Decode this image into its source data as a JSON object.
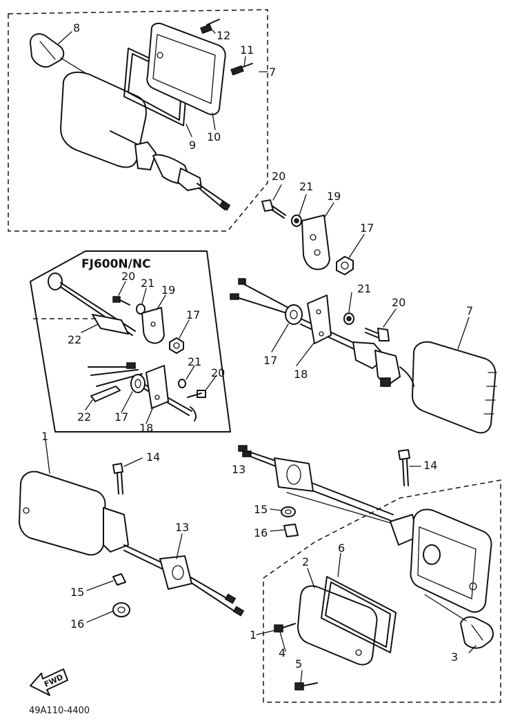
{
  "diagram": {
    "inset_title": "FJ600N/NC",
    "part_code": "49A110-4400",
    "fwd_label": "FWD",
    "callouts": {
      "top_bulb": "8",
      "top_screw_12": "12",
      "top_screw_11": "11",
      "top_assembly": "7",
      "top_gasket": "9",
      "top_lens": "10",
      "r_bolt_20": "20",
      "r_washer_21": "21",
      "r_bracket_19": "19",
      "r_nut_17": "17",
      "in_bolt_20a": "20",
      "in_washer_21a": "21",
      "in_bracket_19": "19",
      "in_nut_17a": "17",
      "in_harness_22a": "22",
      "in_washer_21b": "21",
      "in_bolt_20b": "20",
      "in_harness_22b": "22",
      "in_grommet_17b": "17",
      "in_bracket_18": "18",
      "m_washer_21": "21",
      "m_bolt_20": "20",
      "m_assembly_7": "7",
      "m_grommet_17": "17",
      "m_bracket_18": "18",
      "bl_assembly_1": "1",
      "bl_bolt_14": "14",
      "bl_grommet_13": "13",
      "bl_collar_15": "15",
      "bl_nut_16": "16",
      "br_grommet_13": "13",
      "br_bolt_14": "14",
      "br_collar_15": "15",
      "br_nut_16": "16",
      "br_lens_2": "2",
      "br_gasket_6": "6",
      "br_assembly_1": "1",
      "br_screw_4": "4",
      "br_screw_5": "5",
      "br_bulb_3": "3"
    }
  }
}
